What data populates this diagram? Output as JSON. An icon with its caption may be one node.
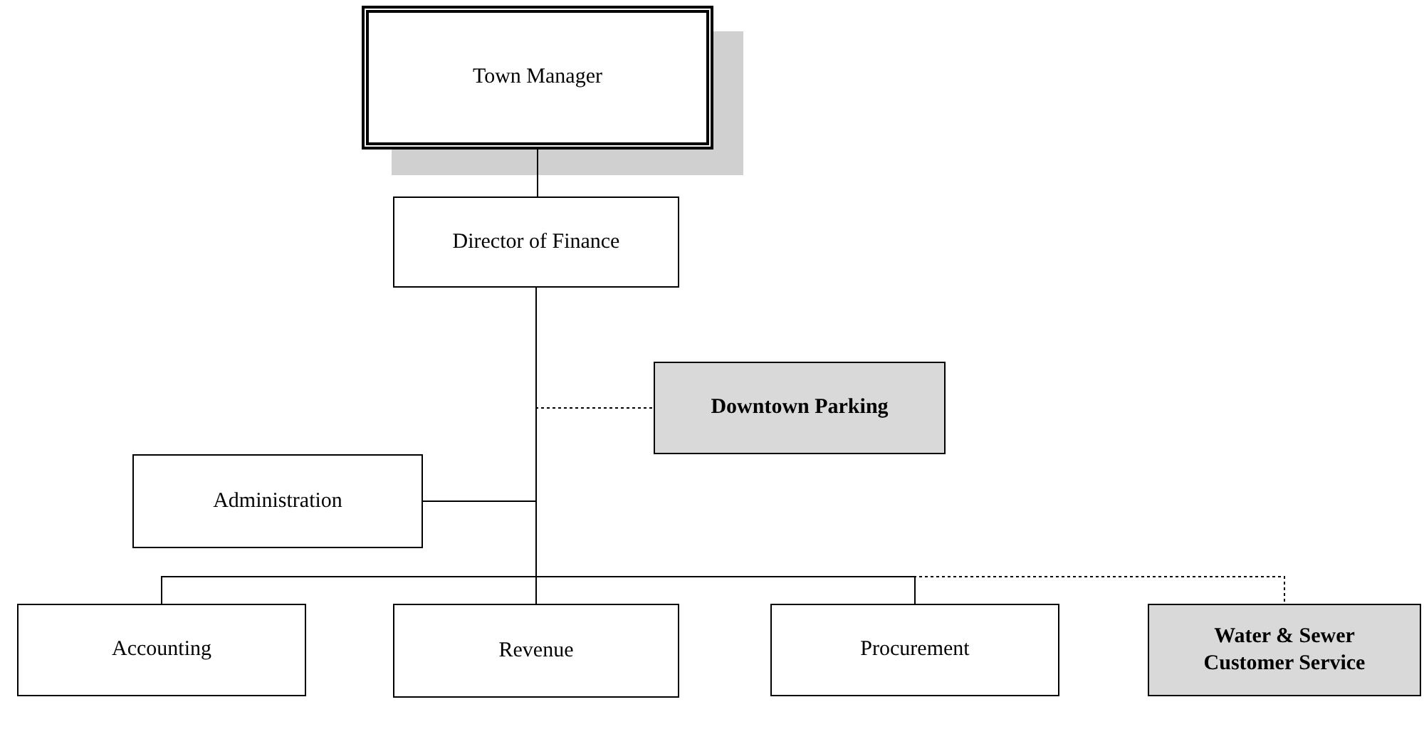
{
  "diagram": {
    "nodes": [
      {
        "text": [
          "Town Manager"
        ]
      },
      {
        "text": [
          "Director of Finance"
        ]
      },
      {
        "text": [
          "Downtown Parking"
        ]
      },
      {
        "text": [
          "Administration"
        ]
      },
      {
        "text": [
          "Accounting"
        ]
      },
      {
        "text": [
          "Revenue"
        ]
      },
      {
        "text": [
          "Procurement"
        ]
      },
      {
        "text": [
          "Water & Sewer Customer Service"
        ]
      }
    ],
    "edges": [
      {
        "from": 0,
        "to": 1,
        "arrow": "none"
      },
      {
        "from": 1,
        "to": 2,
        "arrow": "none",
        "style": "dashed"
      },
      {
        "from": 1,
        "to": 3,
        "arrow": "none"
      },
      {
        "from": 1,
        "to": 4,
        "arrow": "none"
      },
      {
        "from": 1,
        "to": 5,
        "arrow": "none"
      },
      {
        "from": 1,
        "to": 6,
        "arrow": "none"
      },
      {
        "from": 1,
        "to": 7,
        "arrow": "none",
        "style": "dashed"
      }
    ]
  }
}
